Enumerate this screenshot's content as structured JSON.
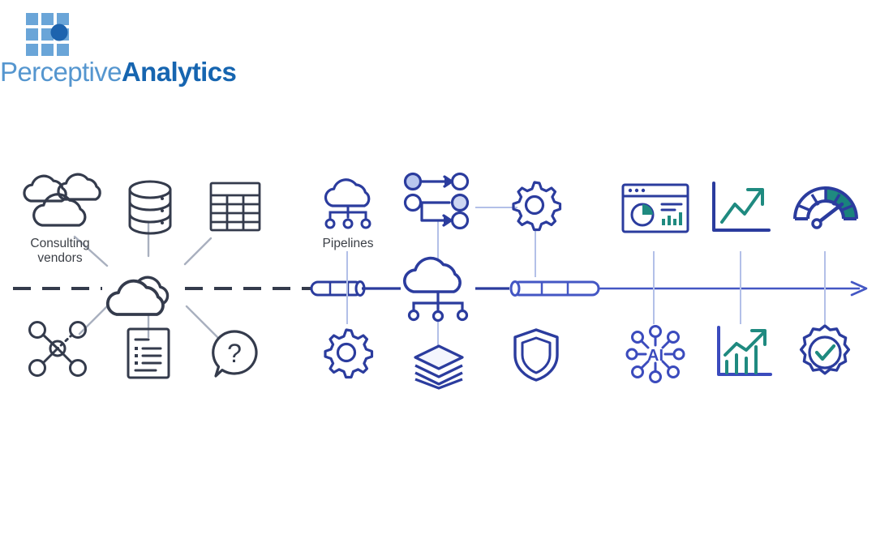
{
  "brand": {
    "name_light": "Perceptive",
    "name_bold": "Analytics",
    "logo_icon": "grid-squares-dot-logo",
    "logo_square_color": "#6aa5d8",
    "logo_dot_color": "#1d63ae",
    "text_light_color": "#5596cf",
    "text_bold_color": "#1665b0"
  },
  "palette": {
    "dark_navy": "#343b4c",
    "mid_gray": "#8d94a3",
    "royal_blue": "#2b3c9e",
    "light_blue_fill": "#b9c7ee",
    "teal": "#1f8a80",
    "teal_dark": "#16796f",
    "timeline_blue": "#4457c4",
    "stem_gray": "#b9c3d8"
  },
  "timeline": {
    "name": "data-journey-timeline",
    "segments": [
      {
        "id": "segment-dashed-left",
        "style": "dashed",
        "color": "#343b4c"
      },
      {
        "id": "segment-pipe-left",
        "style": "pipe",
        "color": "#2b3c9e"
      },
      {
        "id": "segment-pipe-right",
        "style": "pipe",
        "color": "#4457c4"
      },
      {
        "id": "segment-arrow-right",
        "style": "solid-arrow",
        "color": "#4457c4"
      }
    ],
    "arrow_head": "right-arrow-head"
  },
  "stages": [
    {
      "id": "stage-sources",
      "hub_icon": "cloud-hub-icon",
      "label": "",
      "top_icons": [
        {
          "id": "multi-cloud-icon",
          "label": "Consulting\nvendors",
          "name": "multi-cloud-icon"
        },
        {
          "id": "database-icon",
          "label": "",
          "name": "database-cylinder-icon"
        },
        {
          "id": "spreadsheet-icon",
          "label": "",
          "name": "spreadsheet-table-icon"
        }
      ],
      "bottom_icons": [
        {
          "id": "network-nodes-icon",
          "label": "",
          "name": "network-nodes-icon"
        },
        {
          "id": "document-icon",
          "label": "",
          "name": "document-list-icon"
        },
        {
          "id": "question-icon",
          "label": "",
          "name": "question-speech-bubble-icon"
        }
      ]
    },
    {
      "id": "stage-processing",
      "hub_icon": "cloud-network-hub-icon",
      "top_icons": [
        {
          "id": "cloud-pipeline-icon",
          "label": "Pipelines",
          "name": "cloud-network-icon"
        },
        {
          "id": "workflow-icon",
          "label": "",
          "name": "workflow-routing-icon"
        },
        {
          "id": "gear-top-icon",
          "label": "",
          "name": "gear-icon"
        }
      ],
      "bottom_icons": [
        {
          "id": "gear-bottom-icon",
          "label": "",
          "name": "gear-icon"
        },
        {
          "id": "layers-icon",
          "label": "",
          "name": "stacked-layers-icon"
        },
        {
          "id": "shield-icon",
          "label": "",
          "name": "shield-icon"
        }
      ]
    },
    {
      "id": "stage-insights",
      "hub_icon": "",
      "top_icons": [
        {
          "id": "dashboard-icon",
          "label": "",
          "name": "dashboard-window-icon"
        },
        {
          "id": "linechart-icon",
          "label": "",
          "name": "line-chart-up-icon"
        },
        {
          "id": "gauge-icon",
          "label": "",
          "name": "gauge-meter-icon"
        }
      ],
      "bottom_icons": [
        {
          "id": "ai-node-icon",
          "label": "",
          "name": "ai-network-icon"
        },
        {
          "id": "barchart-icon",
          "label": "",
          "name": "bar-chart-up-icon"
        },
        {
          "id": "verified-icon",
          "label": "",
          "name": "verified-badge-icon"
        }
      ]
    }
  ],
  "labels": {
    "consulting_vendors": "Consulting\nvendors",
    "pipelines": "Pipelines",
    "ai_text": "AI",
    "question_mark": "?"
  }
}
